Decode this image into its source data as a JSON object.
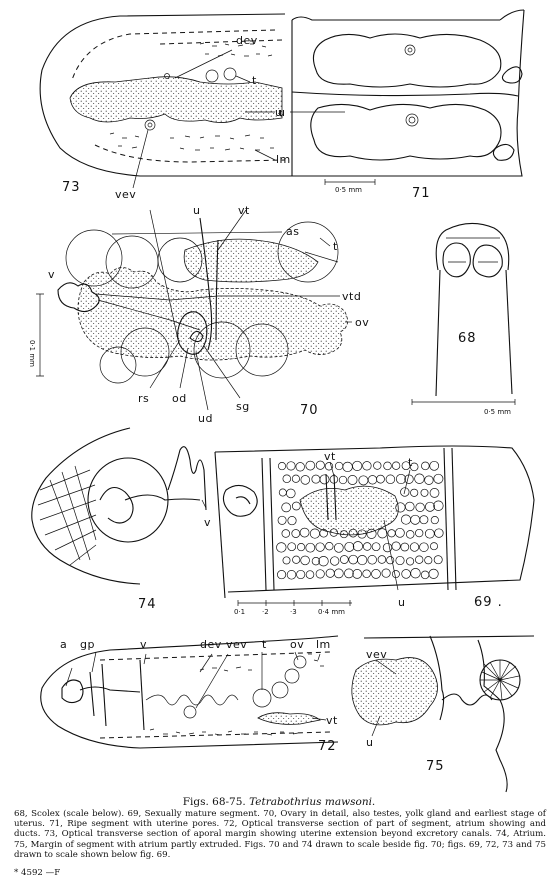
{
  "plate_title": {
    "figs": "Figs. 68-75.",
    "species": "Tetrabothrius mawsoni."
  },
  "caption": "68, Scolex (scale below). 69, Sexually mature segment. 70, Ovary in detail, also testes, yolk gland and earliest stage of uterus. 71, Ripe segment with uterine pores. 72, Optical transverse section of part of segment, atrium showing and ducts. 73, Optical transverse section of aporal margin showing uterine extension beyond excretory canals. 74, Atrium. 75, Margin of segment with atrium partly extruded. Figs. 70 and 74 drawn to scale beside fig. 70; figs. 69, 72, 73 and 75 drawn to scale shown below fig. 69.",
  "footer": "* 4592 —F",
  "figures": {
    "f73": {
      "number": "73",
      "labels": {
        "dev": "dev",
        "t": "t",
        "u": "u",
        "lm": "lm",
        "vev": "vev"
      }
    },
    "f71": {
      "number": "71",
      "labels": {
        "u": "u"
      },
      "scale": "0·5 mm"
    },
    "f70": {
      "number": "70",
      "labels": {
        "u": "u",
        "vt": "vt",
        "as": "as",
        "t": "t",
        "v": "v",
        "vtd": "vtd",
        "ov": "ov",
        "rs": "rs",
        "od": "od",
        "ud": "ud",
        "sg": "sg"
      },
      "scale": "0·1 mm"
    },
    "f68": {
      "number": "68",
      "scale": "0·5 mm"
    },
    "f74": {
      "number": "74",
      "labels": {
        "v": "v"
      }
    },
    "f69": {
      "number": "69 .",
      "labels": {
        "vt": "vt",
        "t": "t",
        "u": "u"
      },
      "scale": [
        "0·1",
        "·2",
        "·3",
        "0·4 mm"
      ]
    },
    "f72": {
      "number": "72",
      "labels": {
        "a": "a",
        "gp": "gp",
        "v": "v",
        "dev": "dev",
        "vev": "vev",
        "t": "t",
        "ov": "ov",
        "lm": "lm",
        "vt": "vt"
      }
    },
    "f75": {
      "number": "75",
      "labels": {
        "vev": "vev",
        "u": "u"
      }
    }
  }
}
